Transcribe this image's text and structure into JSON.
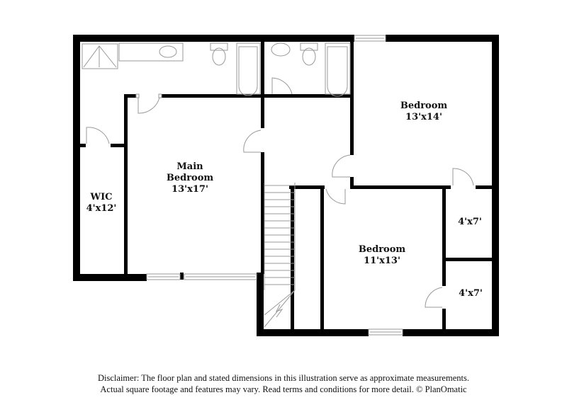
{
  "floor_plan": {
    "rooms": [
      {
        "id": "main-bedroom",
        "name": "Main\nBedroom",
        "name_line1": "Main",
        "name_line2": "Bedroom",
        "dimensions": "13'x17'"
      },
      {
        "id": "wic",
        "name": "WIC",
        "dimensions": "4'x12'"
      },
      {
        "id": "bedroom-2",
        "name": "Bedroom",
        "dimensions": "13'x14'"
      },
      {
        "id": "bedroom-3",
        "name": "Bedroom",
        "dimensions": "11'x13'"
      },
      {
        "id": "closet-1",
        "name": "",
        "dimensions": "4'x7'"
      },
      {
        "id": "closet-2",
        "name": "",
        "dimensions": "4'x7'"
      }
    ],
    "unlabeled_areas": [
      "main-bathroom",
      "hall-bathroom",
      "hallway",
      "stairs"
    ],
    "colors": {
      "wall": "#000000",
      "fixture": "#9a9a9a",
      "background": "#ffffff"
    }
  },
  "disclaimer": {
    "line1": "Disclaimer: The floor plan and stated dimensions in this illustration serve as approximate measurements.",
    "line2": "Actual square footage and features may vary. Read terms and conditions for more detail. © PlanOmatic"
  }
}
